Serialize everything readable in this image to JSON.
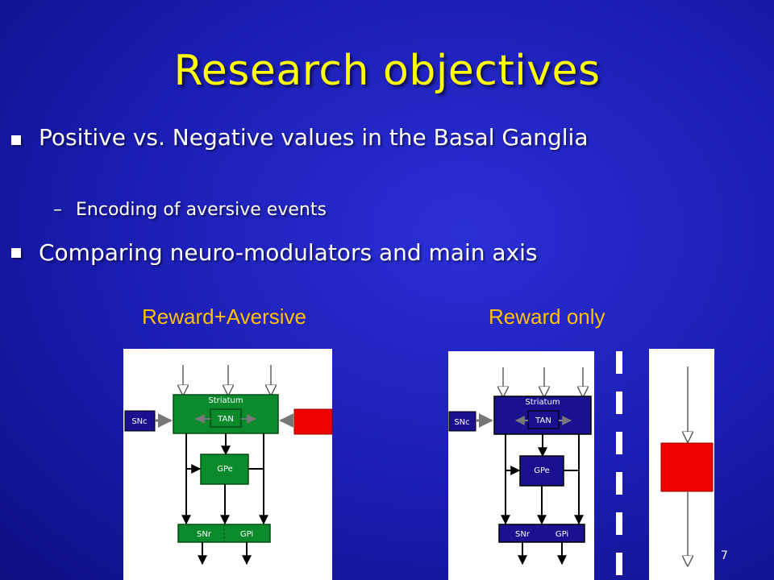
{
  "slide": {
    "title": "Research objectives",
    "bullets": [
      {
        "text": "Positive vs. Negative values in the Basal Ganglia",
        "subbullets": [
          "Encoding of aversive events"
        ]
      },
      {
        "text": "Comparing neuro-modulators and main axis"
      }
    ],
    "sub_dash": "–",
    "page_number": "7"
  },
  "diagrams": {
    "left": {
      "caption": "Reward+Aversive",
      "color": "#0a8a2a",
      "labels": {
        "striatum": "Striatum",
        "tan": "TAN",
        "snc": "SNc",
        "gpe": "GPe",
        "snr": "SNr",
        "gpi": "GPi"
      }
    },
    "right": {
      "caption": "Reward only",
      "color": "#1a1090",
      "labels": {
        "striatum": "Striatum",
        "tan": "TAN",
        "snc": "SNc",
        "gpe": "GPe",
        "snr": "SNr",
        "gpi": "GPi"
      }
    },
    "aversive_color": "#ee0000"
  }
}
